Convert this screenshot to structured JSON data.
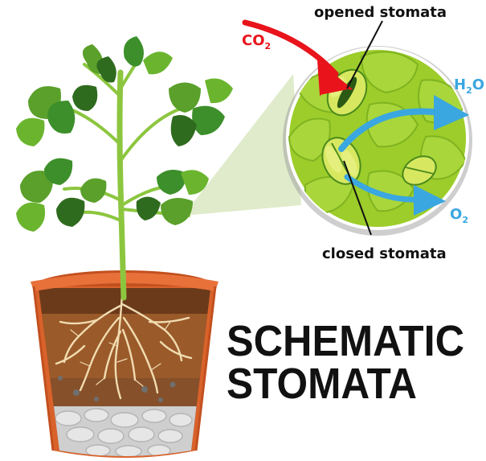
{
  "labels": {
    "opened": "opened stomata",
    "closed": "closed stomata"
  },
  "gases": {
    "co2_main": "CO",
    "co2_sub": "2",
    "h2o_main": "H",
    "h2o_sub": "2",
    "h2o_end": "O",
    "o2_main": "O",
    "o2_sub": "2"
  },
  "title": {
    "line1": "SCHEMATIC",
    "line2": "STOMATA"
  },
  "colors": {
    "co2_arrow": "#e8131b",
    "gas_arrow": "#3aa7e0",
    "leaf_cell": "#9ccd2a",
    "leaf_dark": "#2f6b1e",
    "soil": "#8a4a22",
    "pot": "#d9622b"
  },
  "icons": {
    "plant": "potted-plant-illustration",
    "magnifier": "magnified-leaf-circle"
  }
}
